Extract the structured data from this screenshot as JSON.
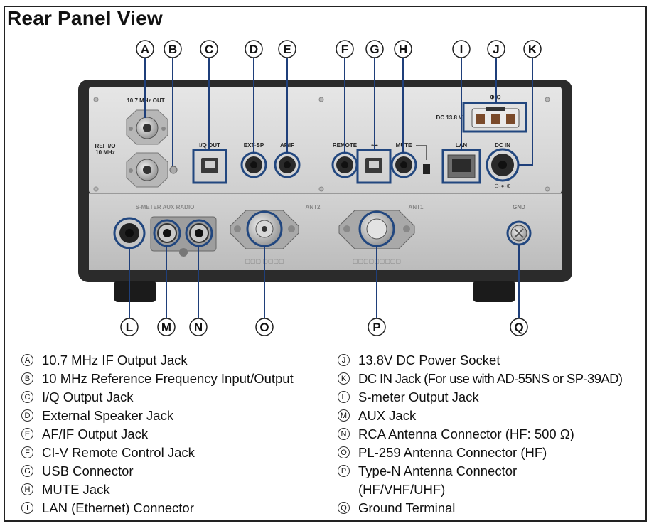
{
  "title": "Rear Panel View",
  "panel_labels": {
    "ref_out": "10.7 MHz OUT",
    "ref_io_1": "REF I/O",
    "ref_io_2": "10 MHz",
    "iq_out": "I/Q OUT",
    "ext_sp": "EXT-SP",
    "af_if": "AF/IF",
    "remote": "REMOTE",
    "usb": "•⇜",
    "mute": "MUTE",
    "lan": "LAN",
    "dc_in": "DC IN",
    "dc_13_8": "DC 13.8 V",
    "polarity": "⊕ ⊖",
    "gnd": "GND",
    "smeter_aux_radio": "S-METER  AUX  RADIO",
    "ant2": "ANT2",
    "ant1": "ANT1"
  },
  "callouts": [
    "A",
    "B",
    "C",
    "D",
    "E",
    "F",
    "G",
    "H",
    "I",
    "J",
    "K",
    "L",
    "M",
    "N",
    "O",
    "P",
    "Q"
  ],
  "legend_left": [
    {
      "badge": "A",
      "text": "10.7 MHz IF Output Jack"
    },
    {
      "badge": "B",
      "text": "10 MHz Reference Frequency Input/Output"
    },
    {
      "badge": "C",
      "text": "I/Q Output Jack"
    },
    {
      "badge": "D",
      "text": "External Speaker Jack"
    },
    {
      "badge": "E",
      "text": "AF/IF Output Jack"
    },
    {
      "badge": "F",
      "text": "CI-V Remote Control Jack"
    },
    {
      "badge": "G",
      "text": "USB Connector"
    },
    {
      "badge": "H",
      "text": "MUTE Jack"
    },
    {
      "badge": "I",
      "text": "LAN (Ethernet) Connector"
    }
  ],
  "legend_right": [
    {
      "badge": "J",
      "text": "13.8V DC Power Socket"
    },
    {
      "badge": "K",
      "text": "DC IN Jack (For use with AD-55NS or SP-39AD)"
    },
    {
      "badge": "L",
      "text": "S-meter Output Jack"
    },
    {
      "badge": "M",
      "text": "AUX Jack"
    },
    {
      "badge": "N",
      "text": "RCA Antenna Connector (HF: 500 Ω)"
    },
    {
      "badge": "O",
      "text": "PL-259 Antenna Connector (HF)"
    },
    {
      "badge": "P",
      "text": "Type-N Antenna Connector"
    },
    {
      "badge": "",
      "text": "(HF/VHF/UHF)"
    },
    {
      "badge": "Q",
      "text": "Ground Terminal"
    }
  ],
  "colors": {
    "callout_line": "#1f3f7a",
    "highlight_box": "#22477f",
    "panel_top": "#dcdcdc",
    "panel_bottom": "#cfcfcf",
    "chassis": "#2a2a2a"
  }
}
